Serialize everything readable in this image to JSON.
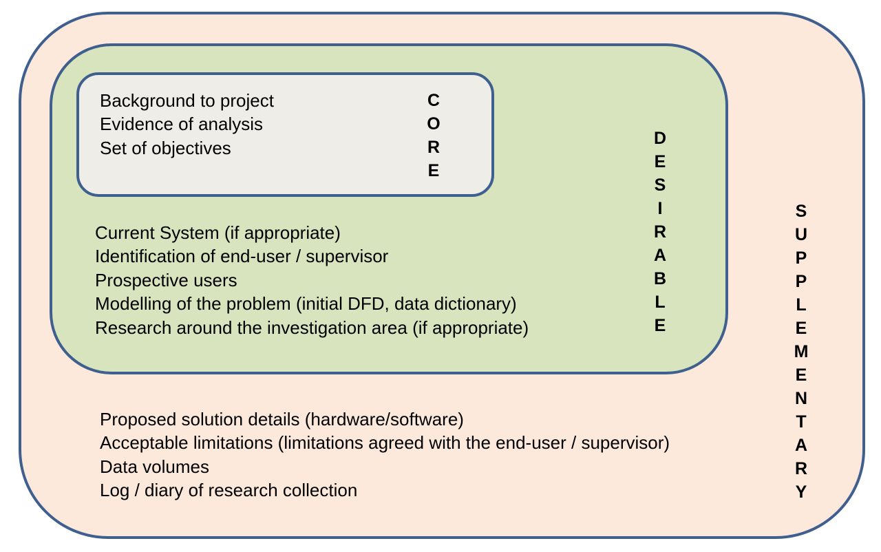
{
  "core": {
    "label": "CORE",
    "items": [
      "Background to project",
      "Evidence of analysis",
      "Set of objectives"
    ]
  },
  "desirable": {
    "label": "DESIRABLE",
    "items": [
      "Current System (if appropriate)",
      "Identification of end-user / supervisor",
      "Prospective users",
      "Modelling of the problem (initial DFD, data dictionary)",
      "Research around the investigation area (if appropriate)"
    ]
  },
  "supplementary": {
    "label": "SUPPLEMENTARY",
    "items": [
      "Proposed solution details (hardware/software)",
      "Acceptable limitations (limitations agreed with the end-user / supervisor)",
      "Data volumes",
      "Log / diary of research collection"
    ]
  },
  "colors": {
    "border": "#3f5f8f",
    "supplementary_fill": "#fde9db",
    "desirable_fill": "#d8e4bd",
    "core_fill": "#eeede7"
  }
}
